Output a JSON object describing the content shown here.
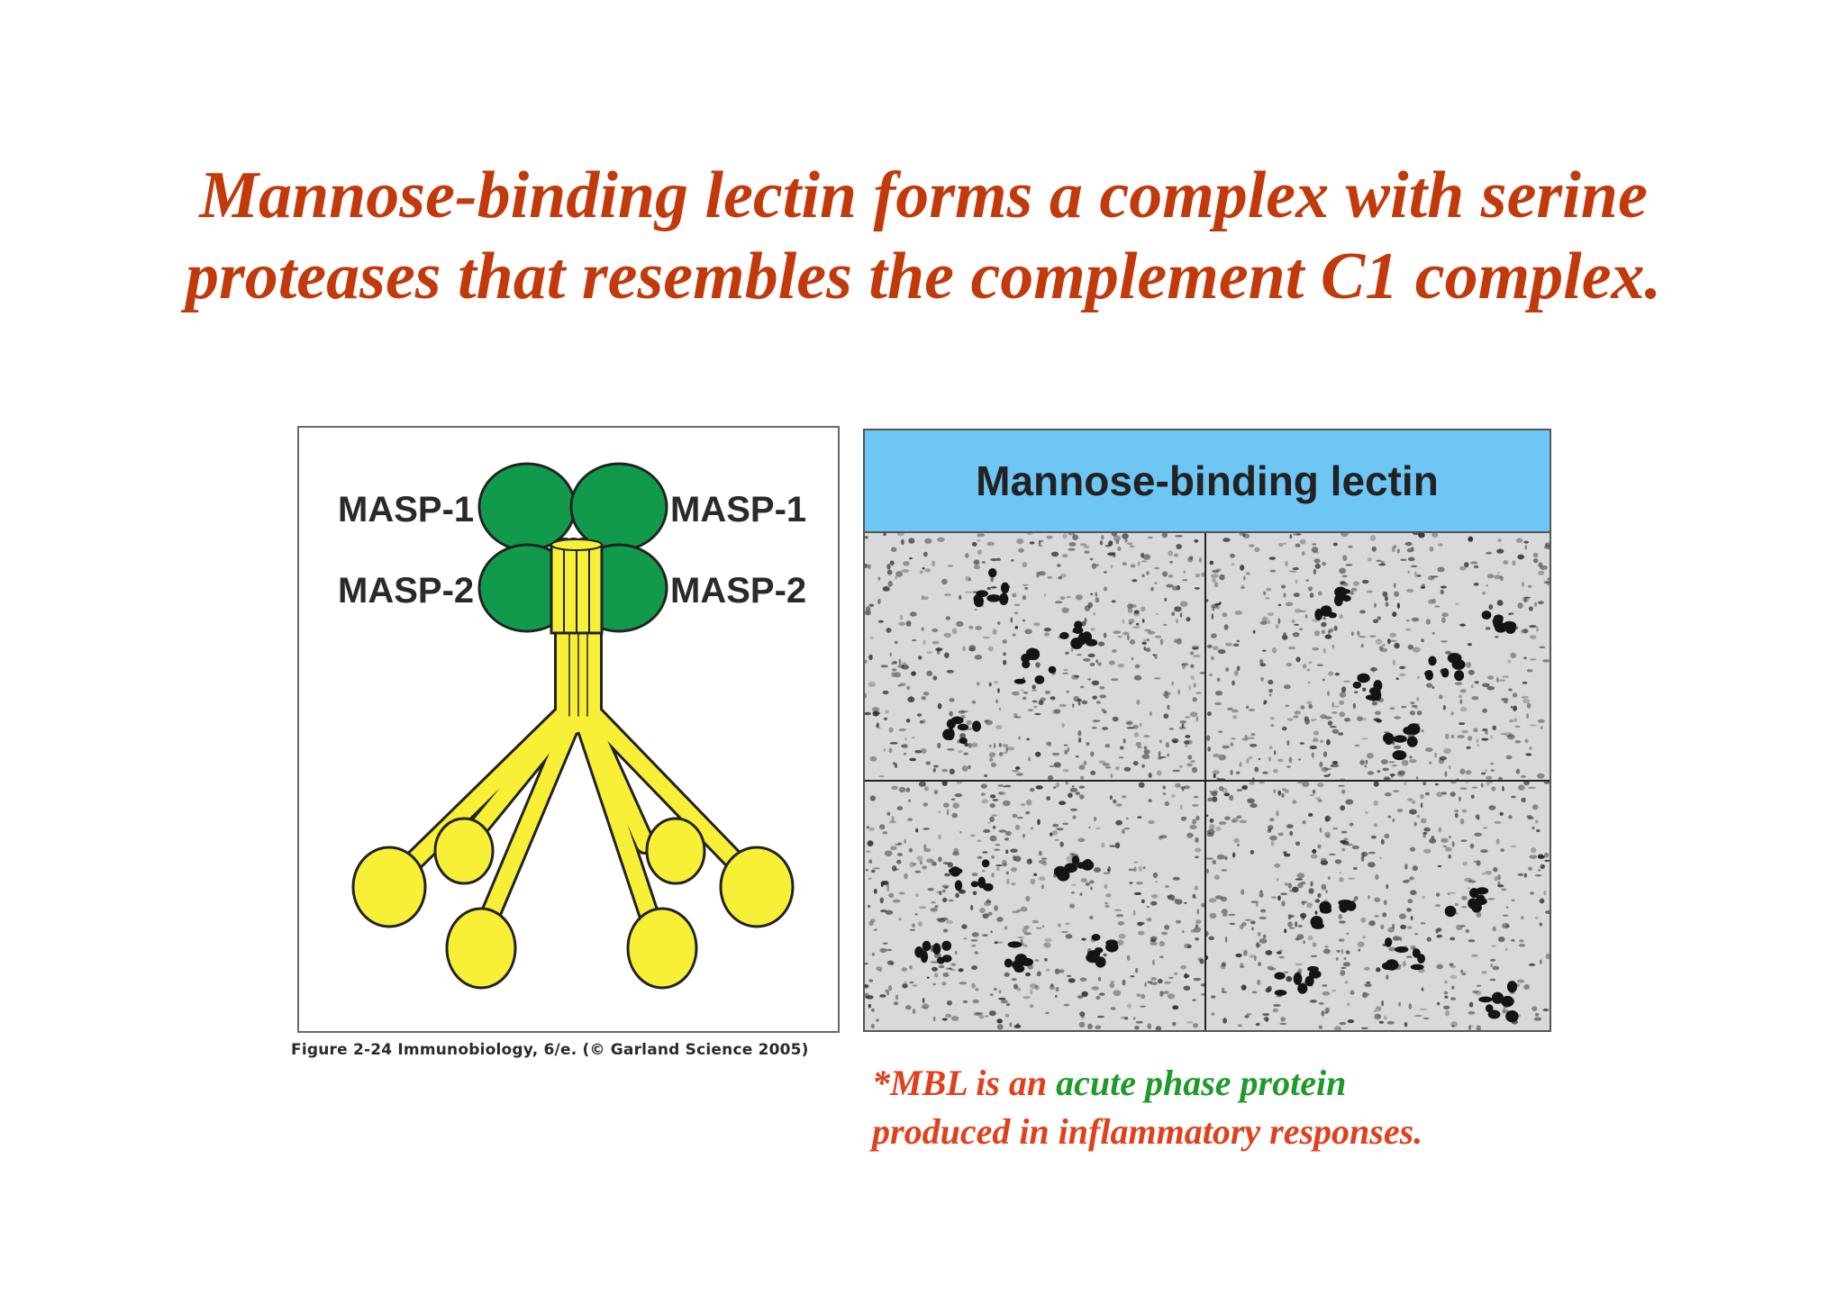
{
  "title": {
    "line1": "Mannose-binding lectin forms a complex with serine",
    "line2": "proteases that resembles the complement C1 complex."
  },
  "diagram": {
    "labels": {
      "masp1_left": "MASP-1",
      "masp1_right": "MASP-1",
      "masp2_left": "MASP-2",
      "masp2_right": "MASP-2"
    },
    "colors": {
      "masp": "#119a4c",
      "lectin": "#f7f036",
      "outline": "#222222"
    }
  },
  "caption": "Figure 2-24  Immunobiology, 6/e. (© Garland Science 2005)",
  "micrograph": {
    "header": "Mannose-binding lectin",
    "header_color": "#6ec6f5"
  },
  "note": {
    "part1": "*MBL is an ",
    "part2": "acute phase protein",
    "line2": "produced in inflammatory responses."
  }
}
